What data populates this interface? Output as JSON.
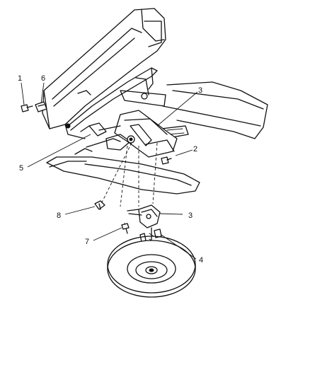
{
  "callouts": [
    {
      "id": "1",
      "label": "1"
    },
    {
      "id": "6",
      "label": "6"
    },
    {
      "id": "3a",
      "label": "3"
    },
    {
      "id": "2",
      "label": "2"
    },
    {
      "id": "5",
      "label": "5"
    },
    {
      "id": "8",
      "label": "8"
    },
    {
      "id": "3b",
      "label": "3"
    },
    {
      "id": "7",
      "label": "7"
    },
    {
      "id": "4",
      "label": "4"
    }
  ]
}
